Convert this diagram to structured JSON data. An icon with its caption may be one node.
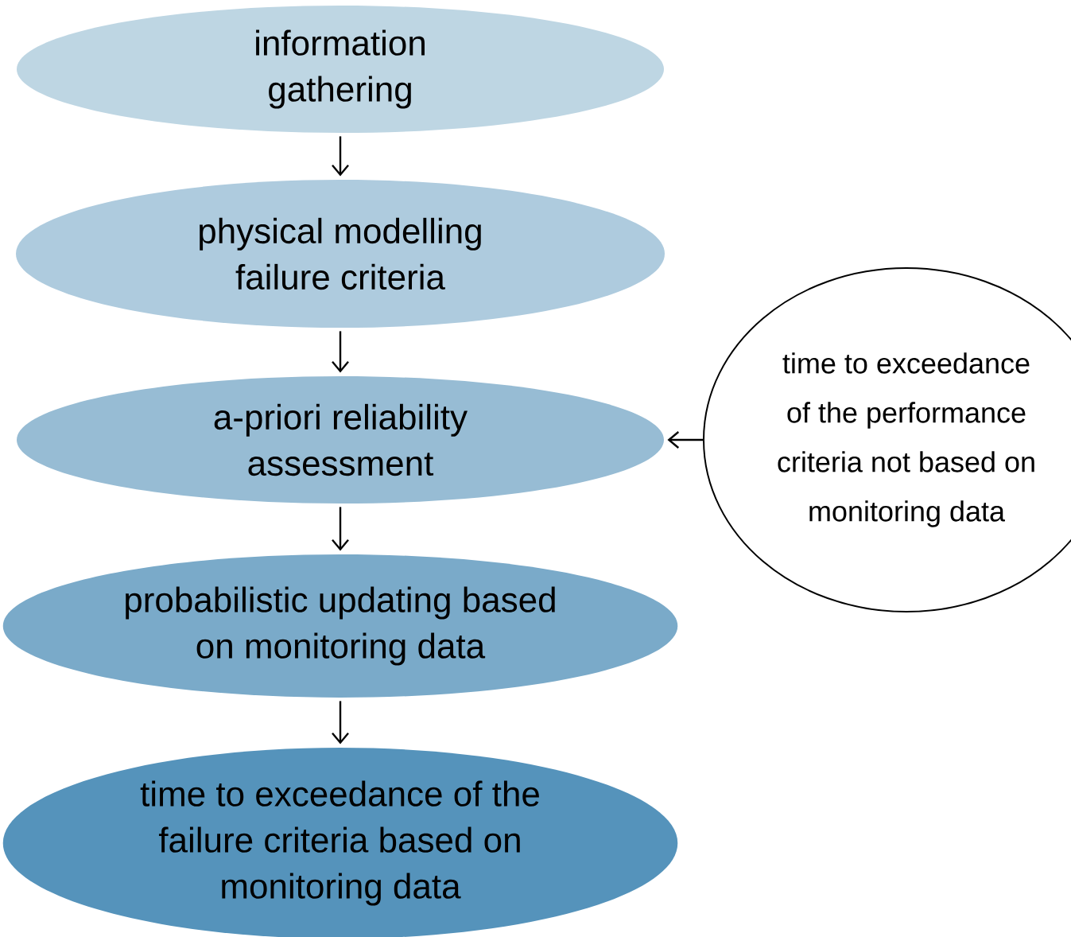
{
  "diagram": {
    "nodes": [
      {
        "text": [
          "information gathering"
        ]
      },
      {
        "text": [
          "physical modelling failure criteria"
        ]
      },
      {
        "text": [
          "a-priori reliability assessment"
        ]
      },
      {
        "text": [
          "probabilistic updating based on monitoring data"
        ]
      },
      {
        "text": [
          "time to exceedance of the failure criteria based on monitoring data"
        ]
      },
      {
        "text": [
          "time to exceedance of the performance criteria not based on monitoring data"
        ]
      }
    ],
    "edges": [
      {
        "from": 0,
        "to": 1,
        "arrow": "to"
      },
      {
        "from": 1,
        "to": 2,
        "arrow": "to"
      },
      {
        "from": 2,
        "to": 3,
        "arrow": "to"
      },
      {
        "from": 3,
        "to": 4,
        "arrow": "to"
      },
      {
        "from": 5,
        "to": 2,
        "arrow": "to"
      }
    ]
  }
}
